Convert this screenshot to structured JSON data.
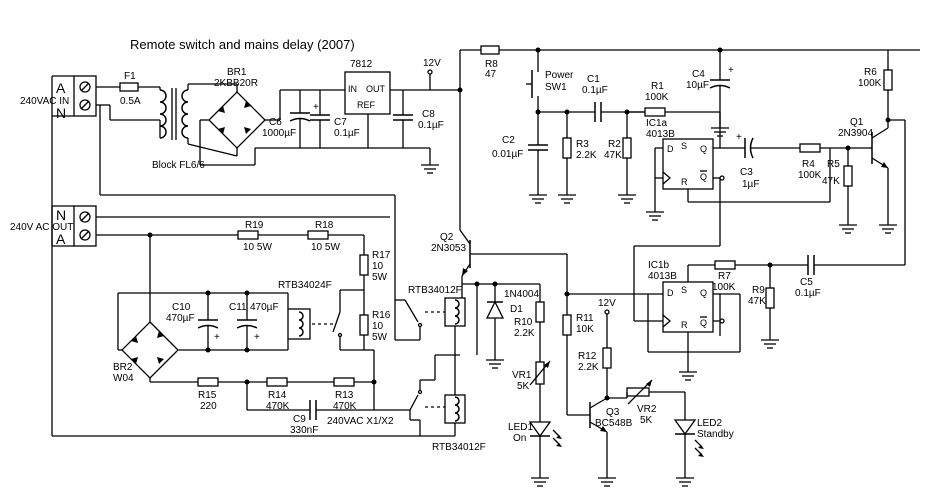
{
  "title": "Remote switch and mains delay (2007)",
  "terminals": {
    "input_label": "240VAC IN",
    "input_a": "A",
    "input_n": "N",
    "output_label": "240V AC OUT",
    "output_n": "N",
    "output_a": "A"
  },
  "components": {
    "F1": {
      "ref": "F1",
      "value": "0.5A"
    },
    "transformer": {
      "label": "Block FL6/6"
    },
    "BR1": {
      "ref": "BR1",
      "value": "2KBB20R"
    },
    "C6": {
      "ref": "C6",
      "value": "1000µF"
    },
    "C7": {
      "ref": "C7",
      "value": "0.1µF"
    },
    "reg": {
      "ref": "7812",
      "in": "IN",
      "out": "OUT",
      "ref_pin": "REF"
    },
    "C8": {
      "ref": "C8",
      "value": "0.1µF"
    },
    "V12a": "12V",
    "R8": {
      "ref": "R8",
      "value": "47"
    },
    "SW1": {
      "name": "Power",
      "ref": "SW1"
    },
    "C1": {
      "ref": "C1",
      "value": "0.1µF"
    },
    "R1": {
      "ref": "R1",
      "value": "100K"
    },
    "C4": {
      "ref": "C4",
      "value": "10µF"
    },
    "R6": {
      "ref": "R6",
      "value": "100K"
    },
    "Q1": {
      "ref": "Q1",
      "value": "2N3904"
    },
    "C2": {
      "ref": "C2",
      "value": "0.01µF"
    },
    "R3": {
      "ref": "R3",
      "value": "2.2K"
    },
    "R2": {
      "ref": "R2",
      "value": "47K"
    },
    "IC1a": {
      "ref": "IC1a",
      "value": "4013B",
      "pins": [
        "D",
        "S",
        "Q",
        "R",
        "Q"
      ]
    },
    "C3": {
      "ref": "C3",
      "value": "1µF"
    },
    "R4": {
      "ref": "R4",
      "value": "100K"
    },
    "R5": {
      "ref": "R5",
      "value": "47K"
    },
    "R19": {
      "ref": "R19",
      "value": "10 5W"
    },
    "R18": {
      "ref": "R18",
      "value": "10 5W"
    },
    "R17": {
      "ref": "R17",
      "value1": "10",
      "value2": "5W"
    },
    "Q2": {
      "ref": "Q2",
      "value": "2N3053"
    },
    "RLY1": {
      "value": "RTB34024F"
    },
    "RLY2": {
      "value": "RTB34012F"
    },
    "RLY3": {
      "value": "RTB34012F"
    },
    "C10": {
      "ref": "C10",
      "value": "470µF"
    },
    "C11": {
      "ref": "C11",
      "value": "470µF"
    },
    "R16": {
      "ref": "R16",
      "value1": "10",
      "value2": "5W"
    },
    "D1": {
      "ref": "D1",
      "value": "1N4004"
    },
    "R10": {
      "ref": "R10",
      "value": "2.2K"
    },
    "R11": {
      "ref": "R11",
      "value": "10K"
    },
    "V12b": "12V",
    "IC1b": {
      "ref": "IC1b",
      "value": "4013B",
      "pins": [
        "D",
        "S",
        "Q",
        "R",
        "Q"
      ]
    },
    "R7": {
      "ref": "R7",
      "value": "100K"
    },
    "C5": {
      "ref": "C5",
      "value": "0.1µF"
    },
    "R9": {
      "ref": "R9",
      "value": "47K"
    },
    "BR2": {
      "ref": "BR2",
      "value": "W04"
    },
    "R15": {
      "ref": "R15",
      "value": "220"
    },
    "R14": {
      "ref": "R14",
      "value": "470K"
    },
    "R13": {
      "ref": "R13",
      "value": "470K"
    },
    "C9": {
      "ref": "C9",
      "value": "330nF"
    },
    "x1x2": "240VAC X1/X2",
    "VR1": {
      "ref": "VR1",
      "value": "5K"
    },
    "R12": {
      "ref": "R12",
      "value": "2.2K"
    },
    "Q3": {
      "ref": "Q3",
      "value": "BC548B"
    },
    "VR2": {
      "ref": "VR2",
      "value": "5K"
    },
    "LED1": {
      "ref": "LED1",
      "value": "On"
    },
    "LED2": {
      "ref": "LED2",
      "value": "Standby"
    },
    "plus": "+",
    "gnd_sym": "ground"
  }
}
